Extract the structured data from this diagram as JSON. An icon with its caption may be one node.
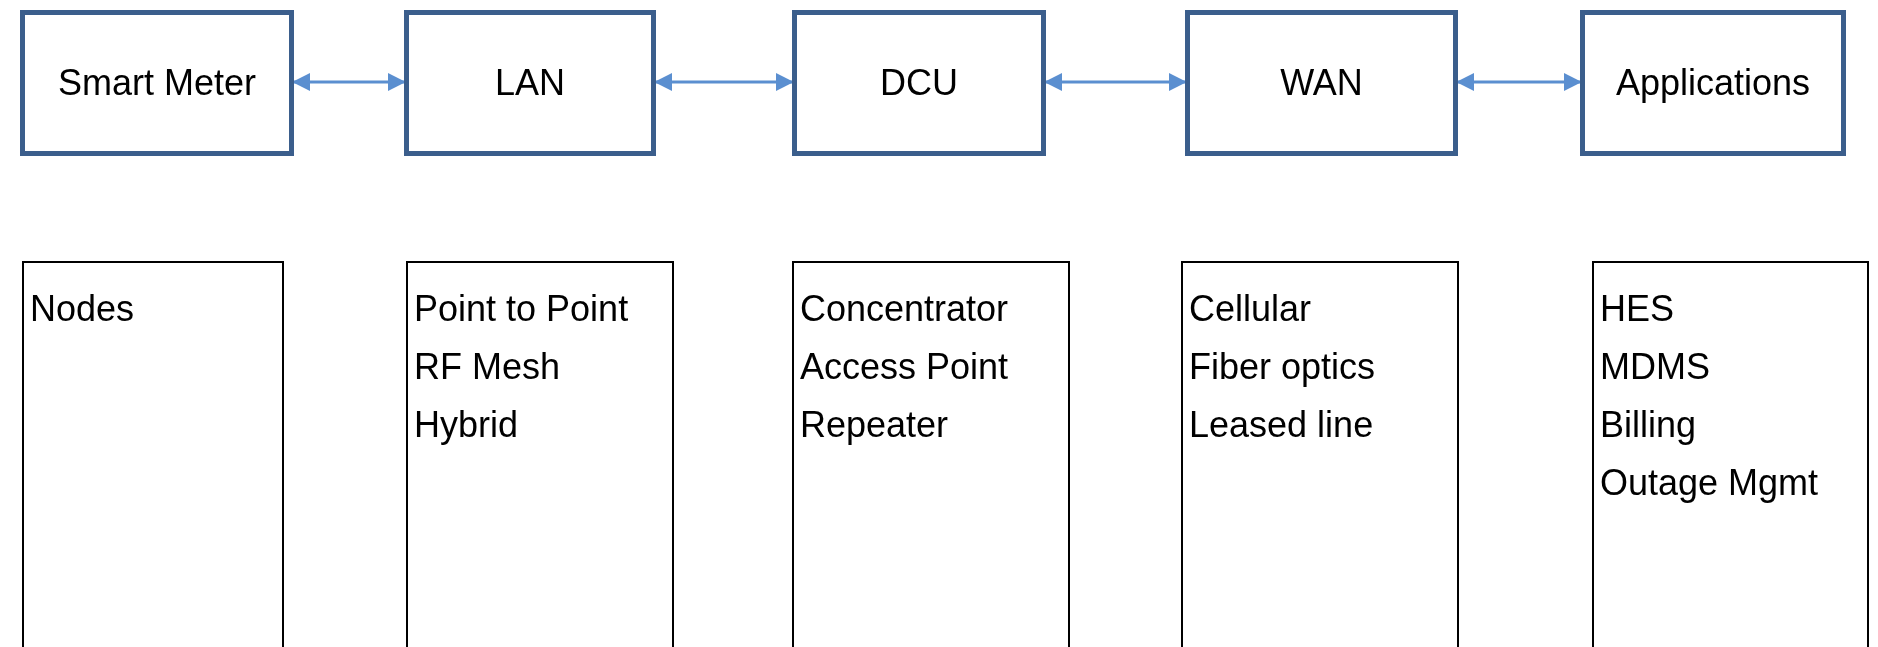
{
  "diagram": {
    "nodes": [
      {
        "text": [
          "Smart Meter"
        ]
      },
      {
        "text": [
          "LAN"
        ]
      },
      {
        "text": [
          "DCU"
        ]
      },
      {
        "text": [
          "WAN"
        ]
      },
      {
        "text": [
          "Applications"
        ]
      },
      {
        "text": [
          "Nodes"
        ]
      },
      {
        "text": [
          "Point to Point",
          "RF Mesh",
          "Hybrid"
        ]
      },
      {
        "text": [
          "Concentrator",
          "Access Point",
          "Repeater"
        ]
      },
      {
        "text": [
          "Cellular",
          "Fiber optics",
          "Leased line"
        ]
      },
      {
        "text": [
          "HES",
          "MDMS",
          "Billing",
          "Outage Mgmt"
        ]
      }
    ],
    "edges": [
      {
        "from": 0,
        "to": 1,
        "arrow": "both"
      },
      {
        "from": 1,
        "to": 2,
        "arrow": "both"
      },
      {
        "from": 2,
        "to": 3,
        "arrow": "both"
      },
      {
        "from": 3,
        "to": 4,
        "arrow": "both"
      }
    ]
  }
}
